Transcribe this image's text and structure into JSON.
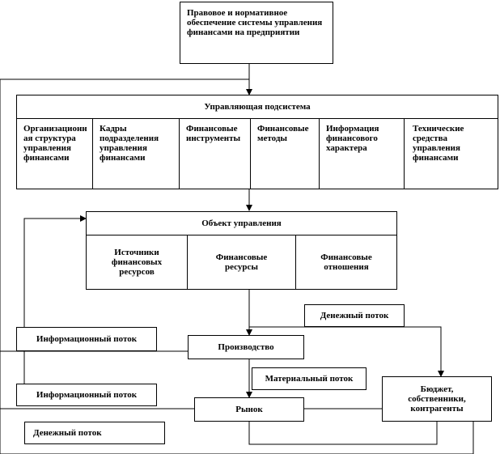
{
  "top": {
    "title": "Правовое и нормативное обеспечение системы управления финансами на предприятии"
  },
  "subsystem": {
    "title": "Управляющая подсистема",
    "cells": [
      "Организационная структура управления финансами",
      "Кадры подразделения управления финансами",
      "Финансовые инструменты",
      "Финансовые методы",
      "Информация финансового характера",
      "Технические средства управления финансами"
    ]
  },
  "object": {
    "title": "Объект управления",
    "cells": [
      "Источники финансовых ресурсов",
      "Финансовые ресурсы",
      "Финансовые отношения"
    ]
  },
  "production": "Производство",
  "market": "Рынок",
  "budget": "Бюджет, собственники, контрагенты",
  "flows": {
    "money_top": "Денежный поток",
    "info_top": "Информационный поток",
    "material": "Материальный поток",
    "info_bottom": "Информационный поток",
    "money_bottom": "Денежный поток"
  }
}
